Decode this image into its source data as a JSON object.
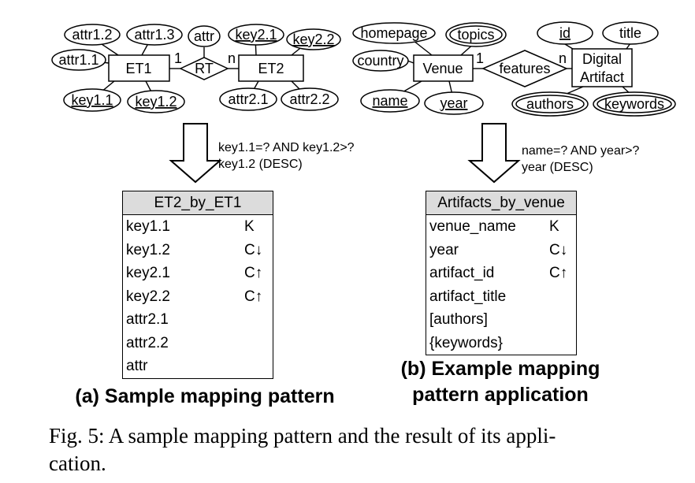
{
  "left_er": {
    "et1": "ET1",
    "rt": "RT",
    "et2": "ET2",
    "card_1": "1",
    "card_n": "n",
    "et1_attrs": [
      "attr1.2",
      "attr1.3",
      "attr1.1"
    ],
    "et1_keys": [
      "key1.1",
      "key1.2"
    ],
    "rt_attr": "attr",
    "et2_keys": [
      "key2.1",
      "key2.2"
    ],
    "et2_attrs": [
      "attr2.1",
      "attr2.2"
    ]
  },
  "right_er": {
    "venue": "Venue",
    "features": "features",
    "artifact_line1": "Digital",
    "artifact_line2": "Artifact",
    "card_1": "1",
    "card_n": "n",
    "venue_homepage": "homepage",
    "venue_topics": "topics",
    "venue_country": "country",
    "venue_name": "name",
    "venue_year": "year",
    "artifact_id": "id",
    "artifact_title": "title",
    "artifact_authors": "authors",
    "artifact_keywords": "keywords"
  },
  "left_query": {
    "line1": "key1.1=? AND key1.2>?",
    "line2": "key1.2 (DESC)"
  },
  "right_query": {
    "line1": "name=? AND year>?",
    "line2": "year (DESC)"
  },
  "left_table": {
    "title": "ET2_by_ET1",
    "rows": [
      {
        "name": "key1.1",
        "key": "K"
      },
      {
        "name": "key1.2",
        "key": "C↓"
      },
      {
        "name": "key2.1",
        "key": "C↑"
      },
      {
        "name": "key2.2",
        "key": "C↑"
      },
      {
        "name": "attr2.1",
        "key": ""
      },
      {
        "name": "attr2.2",
        "key": ""
      },
      {
        "name": "attr",
        "key": ""
      }
    ]
  },
  "right_table": {
    "title": "Artifacts_by_venue",
    "rows": [
      {
        "name": "venue_name",
        "key": "K"
      },
      {
        "name": "year",
        "key": "C↓"
      },
      {
        "name": "artifact_id",
        "key": "C↑"
      },
      {
        "name": "artifact_title",
        "key": ""
      },
      {
        "name": "[authors]",
        "key": ""
      },
      {
        "name": "{keywords}",
        "key": ""
      }
    ]
  },
  "subcaption_a": "(a) Sample mapping pattern",
  "subcaption_b_line1": "(b) Example mapping",
  "subcaption_b_line2": "pattern application",
  "caption_line1": "Fig. 5: A sample mapping pattern and the result of its appli-",
  "caption_line2": "cation."
}
